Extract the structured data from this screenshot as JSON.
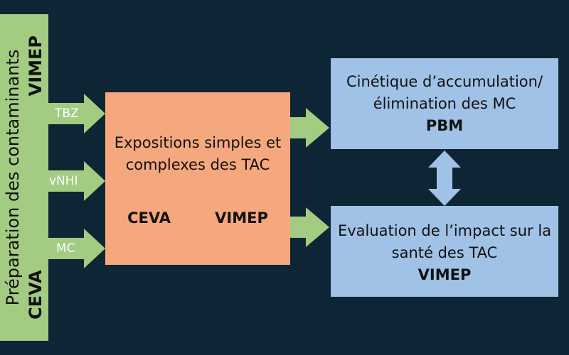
{
  "left_bar": {
    "line1": "Préparation des contaminants",
    "lab_left": "CEVA",
    "lab_right": "VIMEP"
  },
  "inputs": [
    {
      "label": "TBZ"
    },
    {
      "label": "vNHI"
    },
    {
      "label": "MC"
    }
  ],
  "exposure": {
    "line1": "Expositions simples et",
    "line2": "complexes des TAC",
    "lab_left": "CEVA",
    "lab_right": "VIMEP"
  },
  "kinetics": {
    "line1": "Cinétique d’accumulation/",
    "line2": "élimination des MC",
    "lab": "PBM"
  },
  "evaluation": {
    "line1": "Evaluation de l’impact sur la",
    "line2": "santé des TAC",
    "lab": "VIMEP"
  },
  "colors": {
    "background": "#0e2535",
    "green": "#a3cc82",
    "orange": "#f5a87e",
    "blue": "#9fc2e6"
  }
}
